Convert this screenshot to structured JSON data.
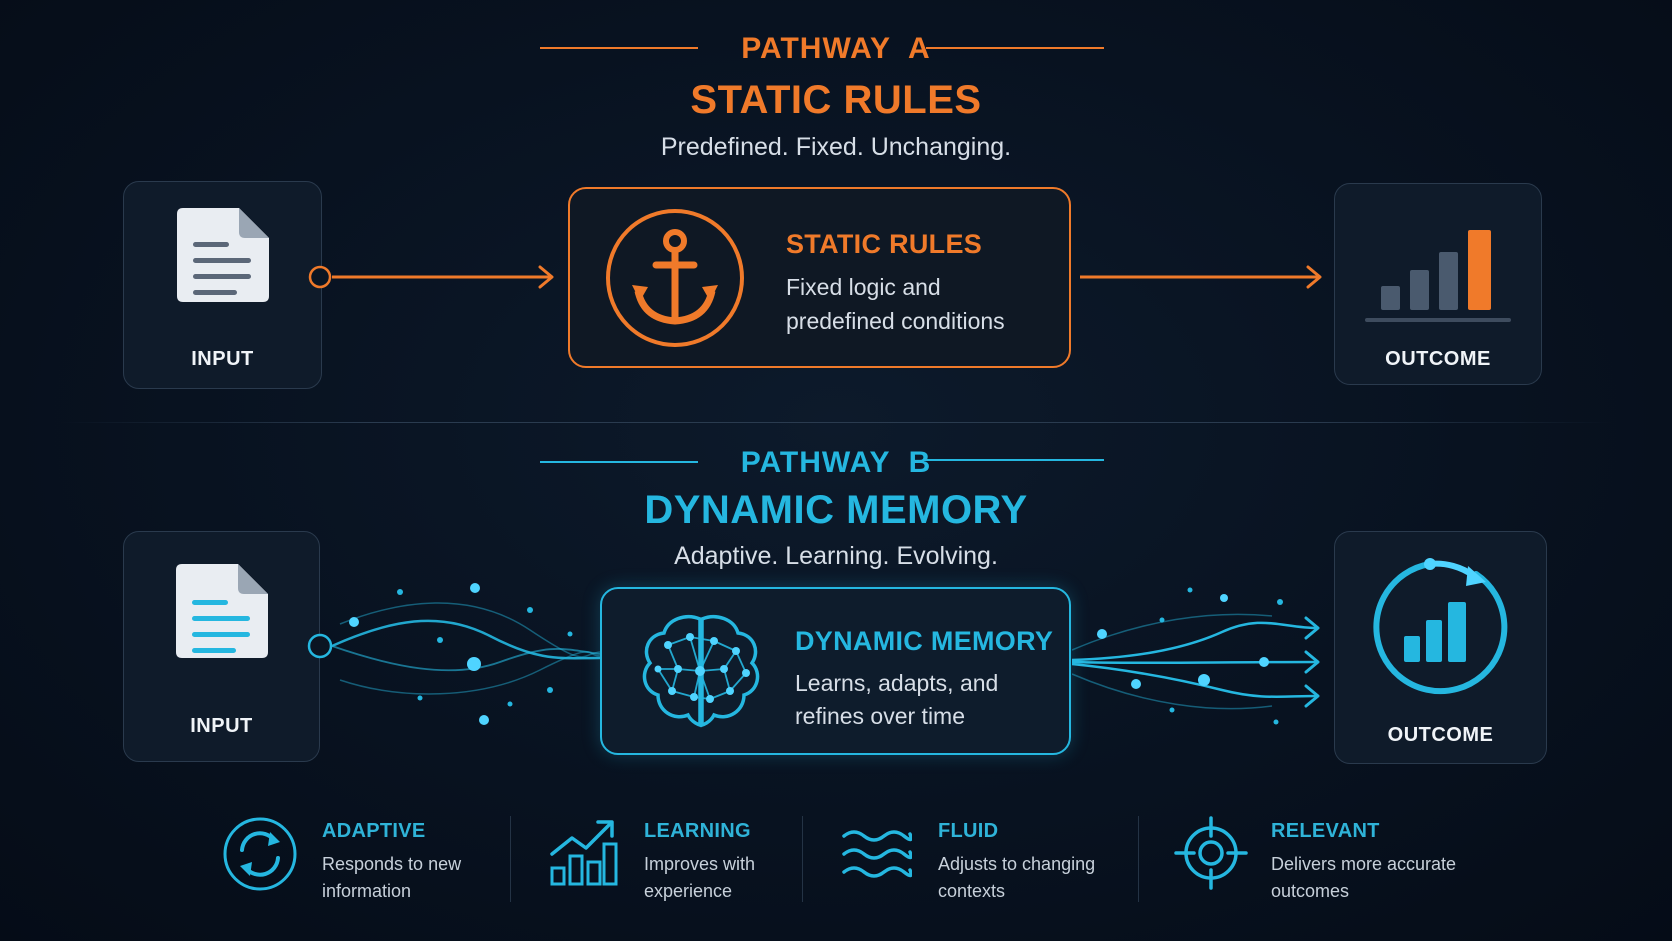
{
  "colors": {
    "orange": "#f07a2a",
    "cyan": "#25b7e0",
    "bg": "#081220",
    "card": "#0f1b2a"
  },
  "pathway_a": {
    "kicker": "PATHWAY  A",
    "title": "STATIC RULES",
    "subtitle": "Predefined. Fixed. Unchanging.",
    "input_label": "INPUT",
    "outcome_label": "OUTCOME",
    "center_title": "STATIC RULES",
    "center_desc_1": "Fixed logic and",
    "center_desc_2": "predefined conditions",
    "icons": {
      "input": "document-icon",
      "center": "anchor-icon",
      "outcome": "bar-chart-icon"
    }
  },
  "pathway_b": {
    "kicker": "PATHWAY  B",
    "title": "DYNAMIC MEMORY",
    "subtitle": "Adaptive. Learning. Evolving.",
    "input_label": "INPUT",
    "outcome_label": "OUTCOME",
    "center_title": "DYNAMIC MEMORY",
    "center_desc_1": "Learns, adapts, and",
    "center_desc_2": "refines over time",
    "icons": {
      "input": "document-icon",
      "center": "brain-network-icon",
      "outcome": "growth-cycle-chart-icon"
    }
  },
  "features": [
    {
      "icon": "refresh-cycle-icon",
      "title": "ADAPTIVE",
      "desc_1": "Responds to new",
      "desc_2": "information"
    },
    {
      "icon": "growth-chart-icon",
      "title": "LEARNING",
      "desc_1": "Improves with",
      "desc_2": "experience"
    },
    {
      "icon": "waves-icon",
      "title": "FLUID",
      "desc_1": "Adjusts to changing",
      "desc_2": "contexts"
    },
    {
      "icon": "target-icon",
      "title": "RELEVANT",
      "desc_1": "Delivers more accurate",
      "desc_2": "outcomes"
    }
  ]
}
